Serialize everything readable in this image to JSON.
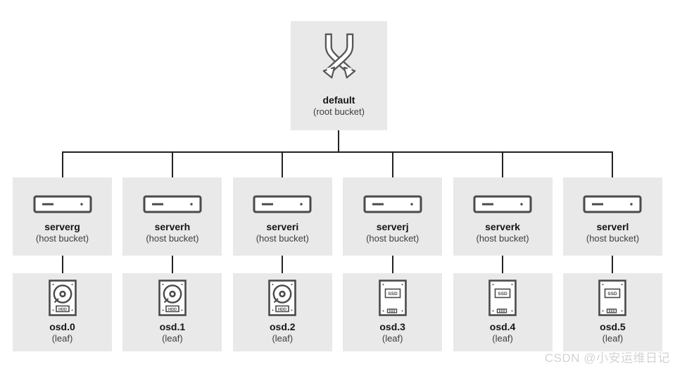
{
  "diagram": {
    "root": {
      "name": "default",
      "type_label": "(root bucket)"
    },
    "hosts": [
      {
        "name": "serverg",
        "type_label": "(host bucket)"
      },
      {
        "name": "serverh",
        "type_label": "(host bucket)"
      },
      {
        "name": "serveri",
        "type_label": "(host bucket)"
      },
      {
        "name": "serverj",
        "type_label": "(host bucket)"
      },
      {
        "name": "serverk",
        "type_label": "(host bucket)"
      },
      {
        "name": "serverl",
        "type_label": "(host bucket)"
      }
    ],
    "leaves": [
      {
        "name": "osd.0",
        "type_label": "(leaf)",
        "media": "HDD"
      },
      {
        "name": "osd.1",
        "type_label": "(leaf)",
        "media": "HDD"
      },
      {
        "name": "osd.2",
        "type_label": "(leaf)",
        "media": "HDD"
      },
      {
        "name": "osd.3",
        "type_label": "(leaf)",
        "media": "SSD"
      },
      {
        "name": "osd.4",
        "type_label": "(leaf)",
        "media": "SSD"
      },
      {
        "name": "osd.5",
        "type_label": "(leaf)",
        "media": "SSD"
      }
    ]
  },
  "watermark": "CSDN @小安运维日记",
  "colors": {
    "box_bg": "#e9e9e9",
    "connector_line": "#222222",
    "icon_stroke": "#4a4a4a",
    "name_text": "#151515",
    "sub_text": "#3d3d3d",
    "watermark_text": "#d5d3d1"
  }
}
